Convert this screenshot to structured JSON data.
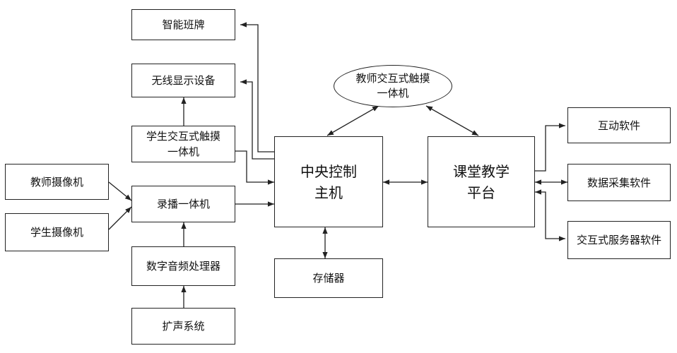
{
  "nodes": {
    "smart_class_board": "智能班牌",
    "wireless_display": "无线显示设备",
    "student_touch_terminal": "学生交互式触摸\n一体机",
    "teacher_camera": "教师摄像机",
    "student_camera": "学生摄像机",
    "recording_unit": "录播一体机",
    "audio_processor": "数字音频处理器",
    "pa_system": "扩声系统",
    "central_host": "中央控制\n主机",
    "storage": "存储器",
    "teacher_touch_terminal": "教师交互式触摸\n一体机",
    "teaching_platform": "课堂教学\n平台",
    "interactive_software": "互动软件",
    "data_collection_software": "数据采集软件",
    "interactive_server_software": "交互式服务器软件"
  },
  "colors": {
    "line": "#222222",
    "background": "#ffffff"
  }
}
